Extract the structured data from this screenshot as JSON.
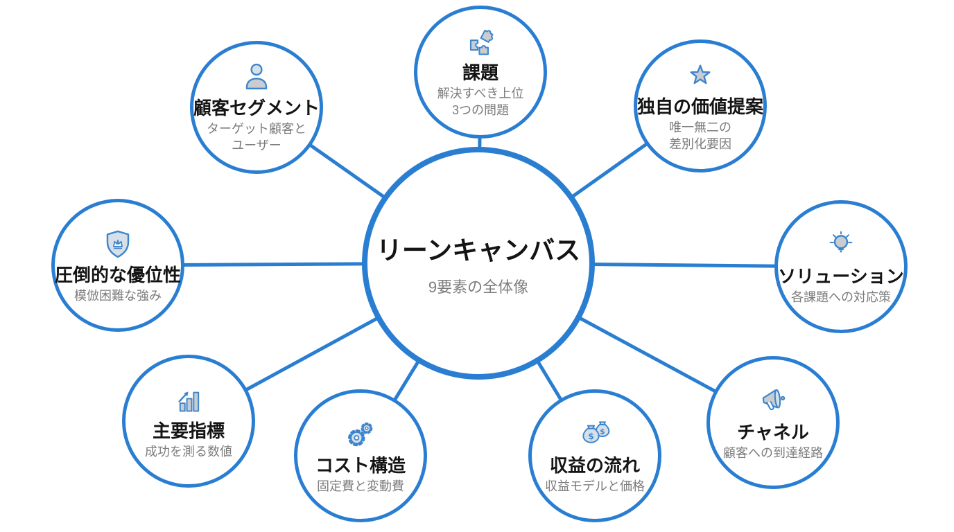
{
  "diagram": {
    "center": {
      "title": "リーンキャンバス",
      "subtitle": "9要素の全体像"
    },
    "nodes": [
      {
        "id": "customer-segments",
        "icon": "person-icon",
        "title": "顧客セグメント",
        "subtitle": "ターゲット顧客と\nユーザー"
      },
      {
        "id": "problem",
        "icon": "puzzle-icon",
        "title": "課題",
        "subtitle": "解決すべき上位\n3つの問題"
      },
      {
        "id": "unique-value-proposition",
        "icon": "star-icon",
        "title": "独自の価値提案",
        "subtitle": "唯一無二の\n差別化要因"
      },
      {
        "id": "unfair-advantage",
        "icon": "shield-crown-icon",
        "title": "圧倒的な優位性",
        "subtitle": "模倣困難な強み"
      },
      {
        "id": "solution",
        "icon": "lightbulb-icon",
        "title": "ソリューション",
        "subtitle": "各課題への対応策"
      },
      {
        "id": "key-metrics",
        "icon": "bar-chart-icon",
        "title": "主要指標",
        "subtitle": "成功を測る数値"
      },
      {
        "id": "cost-structure",
        "icon": "gears-icon",
        "title": "コスト構造",
        "subtitle": "固定費と変動費"
      },
      {
        "id": "revenue-streams",
        "icon": "money-bags-icon",
        "title": "収益の流れ",
        "subtitle": "収益モデルと価格"
      },
      {
        "id": "channels",
        "icon": "megaphone-icon",
        "title": "チャネル",
        "subtitle": "顧客への到達経路"
      }
    ]
  },
  "colors": {
    "accent": "#2a7ed2",
    "accent_icon": "#3d85cc",
    "icon_fill": "#c9cdd2",
    "icon_fill_light": "#d7e0e9",
    "title_color": "#141414",
    "subtitle_color": "#7c7c7c",
    "bg": "#ffffff"
  }
}
